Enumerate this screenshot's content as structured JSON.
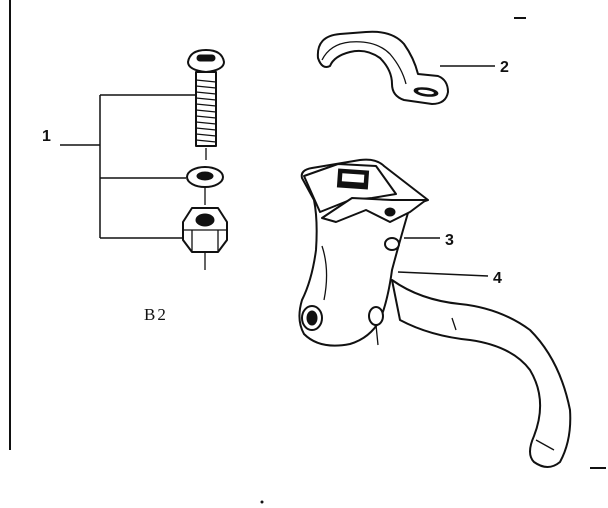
{
  "figure": {
    "label": "B2"
  },
  "callouts": [
    {
      "number": "1"
    },
    {
      "number": "2"
    },
    {
      "number": "3"
    },
    {
      "number": "4"
    }
  ],
  "parts": {
    "bolt": "screw-bolt",
    "washer": "washer",
    "nut": "hex-nut",
    "clamp": "handlebar-clamp",
    "bracket": "lever-bracket",
    "lever": "brake-lever"
  }
}
